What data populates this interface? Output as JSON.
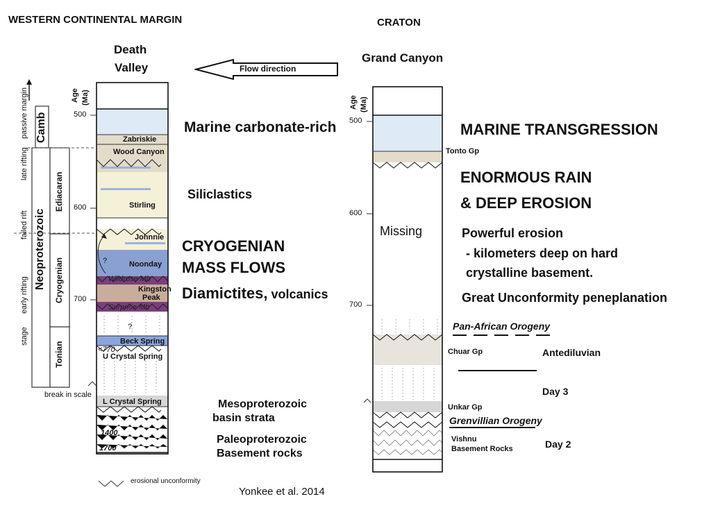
{
  "headers": {
    "western": "WESTERN CONTINENTAL MARGIN",
    "craton": "CRATON",
    "dv_line1": "Death",
    "dv_line2": "Valley",
    "gc": "Grand Canyon",
    "flow": "Flow direction"
  },
  "age_axis": {
    "title_age": "Age",
    "title_ma": "(Ma)",
    "dv_ticks": [
      "500",
      "600",
      "700"
    ],
    "gc_ticks": [
      "500",
      "600",
      "700"
    ]
  },
  "dv_side": {
    "stage": "stage",
    "early_rifting": "early rifting",
    "failed_rift": "failed rift",
    "late_rifting": "late rifting",
    "passive_margin": "passive margin",
    "camb": "Camb",
    "neoproterozoic": "Neoproterozoic",
    "ediacaran": "Ediacaran",
    "cryogenian": "Cryogenian",
    "tonian": "Tonian",
    "break_in_scale": "break in scale",
    "q_mark": "?"
  },
  "dv_units": {
    "zabriskie": "Zabriskie",
    "wood_canyon": "Wood Canyon",
    "stirling": "Stirling",
    "johnnie": "Johnnie",
    "noonday": "Noonday",
    "wildrose": "Wildrose Mb",
    "kingston1": "Kingston",
    "kingston2": "Peak",
    "surprise": "Surprise Mb",
    "beck": "Beck Spring",
    "lt770": "<770",
    "u_crystal": "U Crystal Spring",
    "l_crystal": "L Crystal Spring",
    "a1400": "1400",
    "a1700": "1700",
    "q1": "?",
    "q2": "?"
  },
  "dv_notes": {
    "marine_carb": "Marine carbonate-rich",
    "siliclastics": "Siliclastics",
    "cryo1": "CRYOGENIAN",
    "cryo2": "MASS FLOWS",
    "diam": "Diamictites,",
    "volc": " volcanics",
    "meso1": "Mesoproterozoic",
    "meso2": "basin strata",
    "paleo1": "Paleoproterozoic",
    "paleo2": "Basement rocks"
  },
  "gc_units": {
    "tonto": "Tonto Gp",
    "missing": "Missing",
    "chuar": "Chuar Gp",
    "unkar": "Unkar Gp",
    "vishnu1": "Vishnu",
    "vishnu2": "Basement Rocks"
  },
  "gc_notes": {
    "marine_trans": "MARINE TRANSGRESSION",
    "rain1": "ENORMOUS RAIN",
    "rain2": "& DEEP EROSION",
    "powerful": "Powerful erosion",
    "km1": "- kilometers deep on hard",
    "km2": "crystalline basement.",
    "great_unc": "Great Unconformity peneplanation",
    "pan_african": "Pan-African Orogeny",
    "antediluvian": "Antediluvian",
    "day3": "Day 3",
    "grenvillian": "Grenvillian Orogeny",
    "day2": "Day 2"
  },
  "legend": {
    "erosional": "erosional unconformity"
  },
  "citation": "Yonkee et al. 2014",
  "colors": {
    "cambrian_blue": "#deebf7",
    "tan": "#e3dccb",
    "ediacaran_cream": "#f5f1d8",
    "noonday_blue": "#8aa0d2",
    "purple": "#7b3f7d",
    "kingston_tan": "#c9ad9c",
    "beck_blue": "#8aa6dc",
    "grey": "#d6d6d6",
    "accent_line": "#9db3dc"
  }
}
